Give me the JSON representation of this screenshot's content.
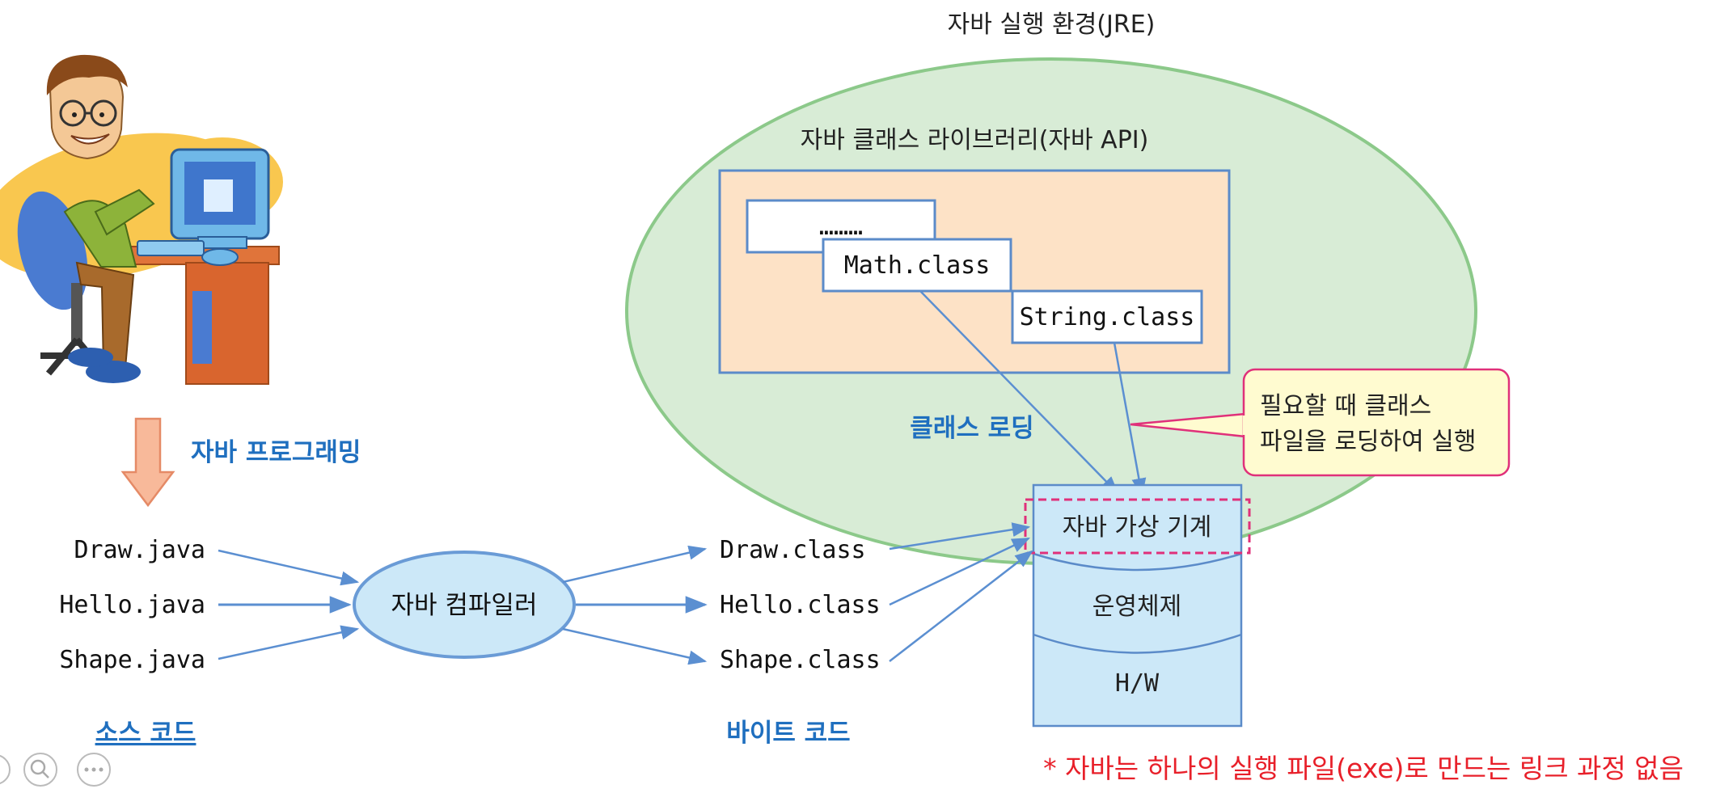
{
  "jre": {
    "title": "자바 실행 환경(JRE)"
  },
  "library": {
    "title": "자바 클래스 라이브러리(자바 API)",
    "classes": [
      "………",
      "Math.class",
      "String.class"
    ]
  },
  "loading": {
    "label": "클래스 로딩"
  },
  "callout": {
    "line1": "필요할 때 클래스",
    "line2": "파일을 로딩하여 실행"
  },
  "stack": {
    "jvm": "자바 가상 기계",
    "os": "운영체제",
    "hw": "H/W"
  },
  "programming": {
    "label": "자바 프로그래밍"
  },
  "sources": [
    "Draw.java",
    "Hello.java",
    "Shape.java"
  ],
  "compiler": {
    "label": "자바 컴파일러"
  },
  "bytecodes": [
    "Draw.class",
    "Hello.class",
    "Shape.class"
  ],
  "captions": {
    "source": "소스 코드",
    "bytecode": "바이트 코드"
  },
  "note": "* 자바는 하나의 실행 파일(exe)로 만드는 링크 과정 없음",
  "colors": {
    "ellipse_fill": "#d8ecd6",
    "ellipse_stroke": "#8cc98a",
    "library_fill": "#fde2c6",
    "box_stroke": "#5b8bc9",
    "accent_blue": "#1f6fbf",
    "callout_fill": "#fffbd0",
    "callout_stroke": "#e0307a",
    "stack_fill": "#cce8f8",
    "note_red": "#e8202a",
    "arrow": "#5b8fd1"
  },
  "icons": [
    "programmer-illustration",
    "zoom-icon",
    "more-icon",
    "prev-icon"
  ]
}
